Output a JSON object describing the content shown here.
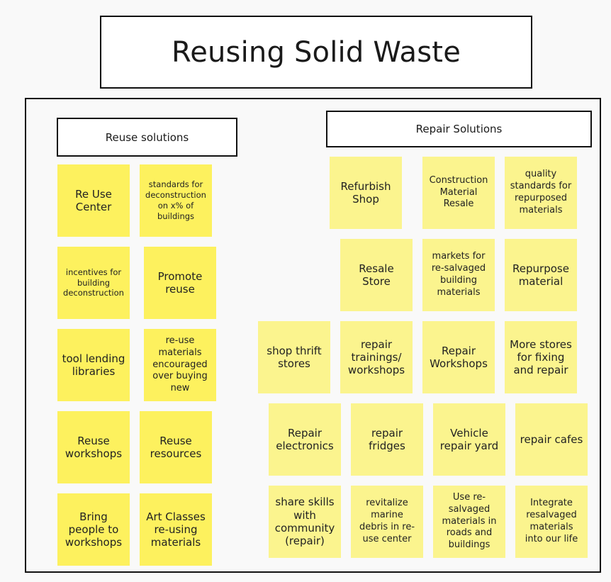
{
  "board": {
    "title": "Reusing Solid Waste",
    "colors": {
      "reuse_note": "#fdf15e",
      "repair_note": "#fbf48e",
      "border": "#111111"
    }
  },
  "reuse": {
    "header": "Reuse solutions",
    "notes": [
      "Re Use Center",
      "standards for deconstruction on x% of buildings",
      "incentives for building deconstruction",
      "Promote reuse",
      "tool lending libraries",
      "re-use materials encouraged over buying new",
      "Reuse workshops",
      "Reuse resources",
      "Bring people to workshops",
      "Art Classes re-using materials"
    ]
  },
  "repair": {
    "header": "Repair Solutions",
    "notes": [
      "Refurbish Shop",
      "Construction Material Resale",
      "quality standards for repurposed materials",
      "Resale Store",
      "markets for re-salvaged building materials",
      "Repurpose material",
      "shop thrift stores",
      "repair trainings/ workshops",
      "Repair Workshops",
      "More stores for fixing and repair",
      "Repair electronics",
      "repair fridges",
      "Vehicle repair yard",
      "repair cafes",
      "share skills with community (repair)",
      "revitalize marine debris in re-use center",
      "Use re-salvaged materials in roads and buildings",
      "Integrate resalvaged materials into our life"
    ]
  }
}
